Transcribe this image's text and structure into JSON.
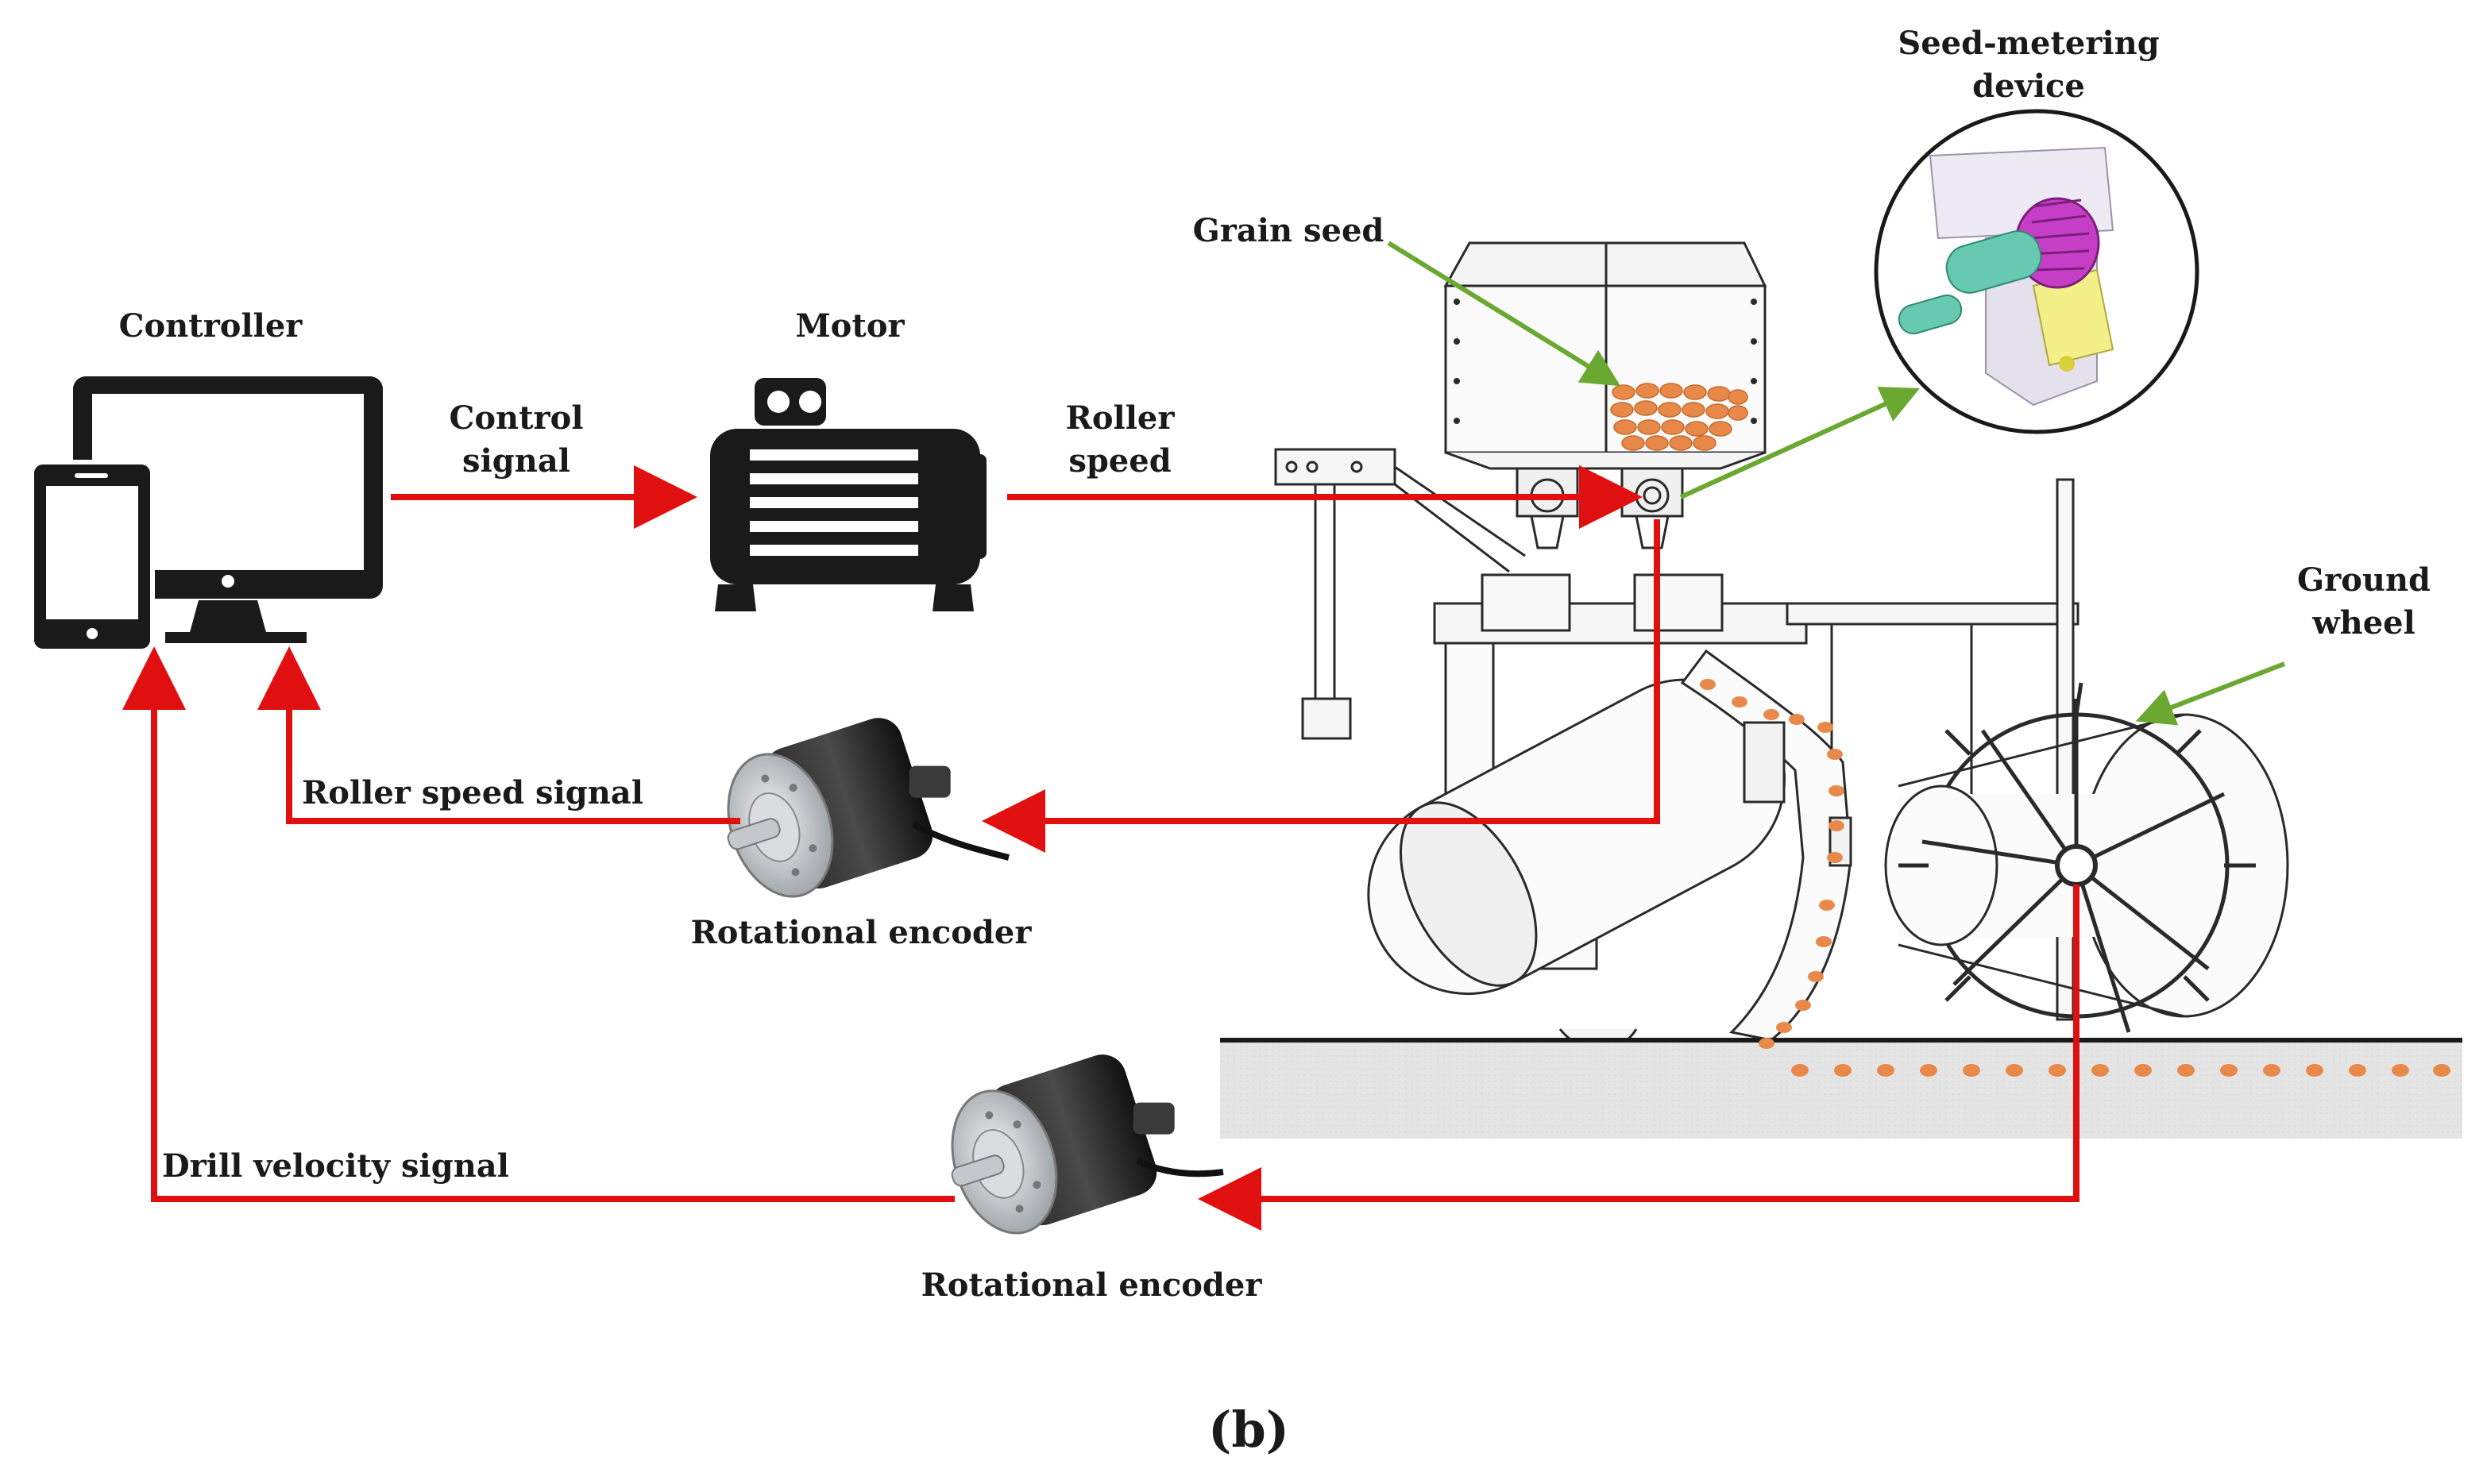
{
  "labels": {
    "controller": "Controller",
    "motor": "Motor",
    "control_signal_1": "Control",
    "control_signal_2": "signal",
    "roller_speed_1": "Roller",
    "roller_speed_2": "speed",
    "grain_seed": "Grain seed",
    "seed_metering_1": "Seed-metering",
    "seed_metering_2": "device",
    "ground_wheel_1": "Ground",
    "ground_wheel_2": "wheel",
    "roller_speed_signal": "Roller speed signal",
    "rotational_encoder_top": "Rotational encoder",
    "drill_velocity_signal": "Drill velocity signal",
    "rotational_encoder_bottom": "Rotational encoder",
    "caption": "(b)"
  },
  "colors": {
    "signal_arrow": "#e01010",
    "pointer_arrow": "#6aa832",
    "seed": "#e8894a",
    "soil": "#e2e2e2",
    "device_icon": "#1a1a1a"
  },
  "icons": [
    "monitor-icon",
    "tablet-icon",
    "motor-icon",
    "encoder-icon"
  ]
}
